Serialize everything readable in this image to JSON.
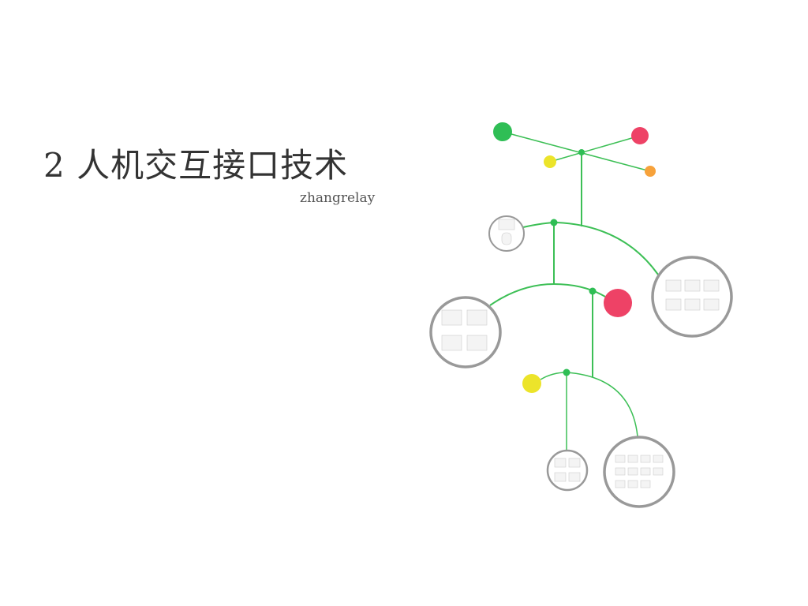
{
  "title": "2 人机交互接口技术",
  "author": "zhangrelay",
  "colors": {
    "line": "#3cbf55",
    "green": "#2fbe55",
    "red": "#ee4266",
    "yellow": "#ece42a",
    "orange": "#f7a23b",
    "frame": "#999999"
  },
  "frames": [
    {
      "name": "frame-top-left",
      "thumbs": 2
    },
    {
      "name": "frame-right",
      "thumbs": 6
    },
    {
      "name": "frame-left",
      "thumbs": 4
    },
    {
      "name": "frame-bottom-small",
      "thumbs": 4
    },
    {
      "name": "frame-bottom-large",
      "thumbs": 11
    }
  ]
}
